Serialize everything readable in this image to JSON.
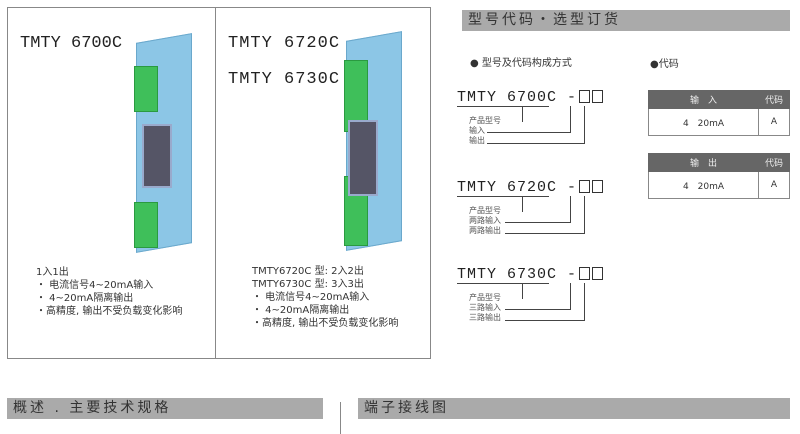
{
  "products": [
    {
      "title": "TMTY 6700C",
      "lines": [
        "1入1出",
        "・ 电流信号4~20mA输入",
        "・ 4~20mA隔离输出",
        "・高精度, 输出不受负载变化影响"
      ]
    },
    {
      "titles": [
        "TMTY 6720C",
        "TMTY 6730C"
      ],
      "lines": [
        "TMTY6720C 型: 2入2出",
        "TMTY6730C 型: 3入3出",
        "・ 电流信号4~20mA输入",
        "・ 4~20mA隔离输出",
        "・高精度, 输出不受负载变化影响"
      ]
    }
  ],
  "order": {
    "header": "型号代码・选型订货",
    "composition_title": "● 型号及代码构成方式",
    "code_title": "●代码",
    "codes": [
      {
        "model": "TMTY 6700C -",
        "labels": [
          "产品型号",
          "输入",
          "输出"
        ]
      },
      {
        "model": "TMTY 6720C -",
        "labels": [
          "产品型号",
          "两路输入",
          "两路输出"
        ]
      },
      {
        "model": "TMTY 6730C -",
        "labels": [
          "产品型号",
          "三路输入",
          "三路输出"
        ]
      }
    ],
    "input_table": {
      "headers": [
        "输　入",
        "代码"
      ],
      "row": [
        "4　20mA",
        "A"
      ]
    },
    "output_table": {
      "headers": [
        "输　出",
        "代码"
      ],
      "row": [
        "4　20mA",
        "A"
      ]
    }
  },
  "bottom": {
    "overview": "概述 . 主要技术规格",
    "wiring": "端子接线图"
  }
}
